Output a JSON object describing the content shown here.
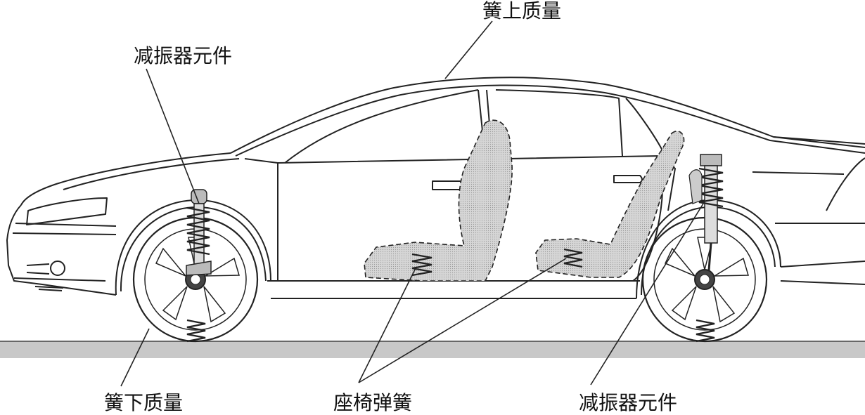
{
  "labels": {
    "sprung_mass": "簧上质量",
    "front_damper": "减振器元件",
    "rear_damper": "减振器元件",
    "unsprung_mass": "簧下质量",
    "seat_springs": "座椅弹簧"
  },
  "colors": {
    "line": "#222222",
    "seat_fill": "#cfcfcf",
    "ground": "#c8c8c8"
  }
}
